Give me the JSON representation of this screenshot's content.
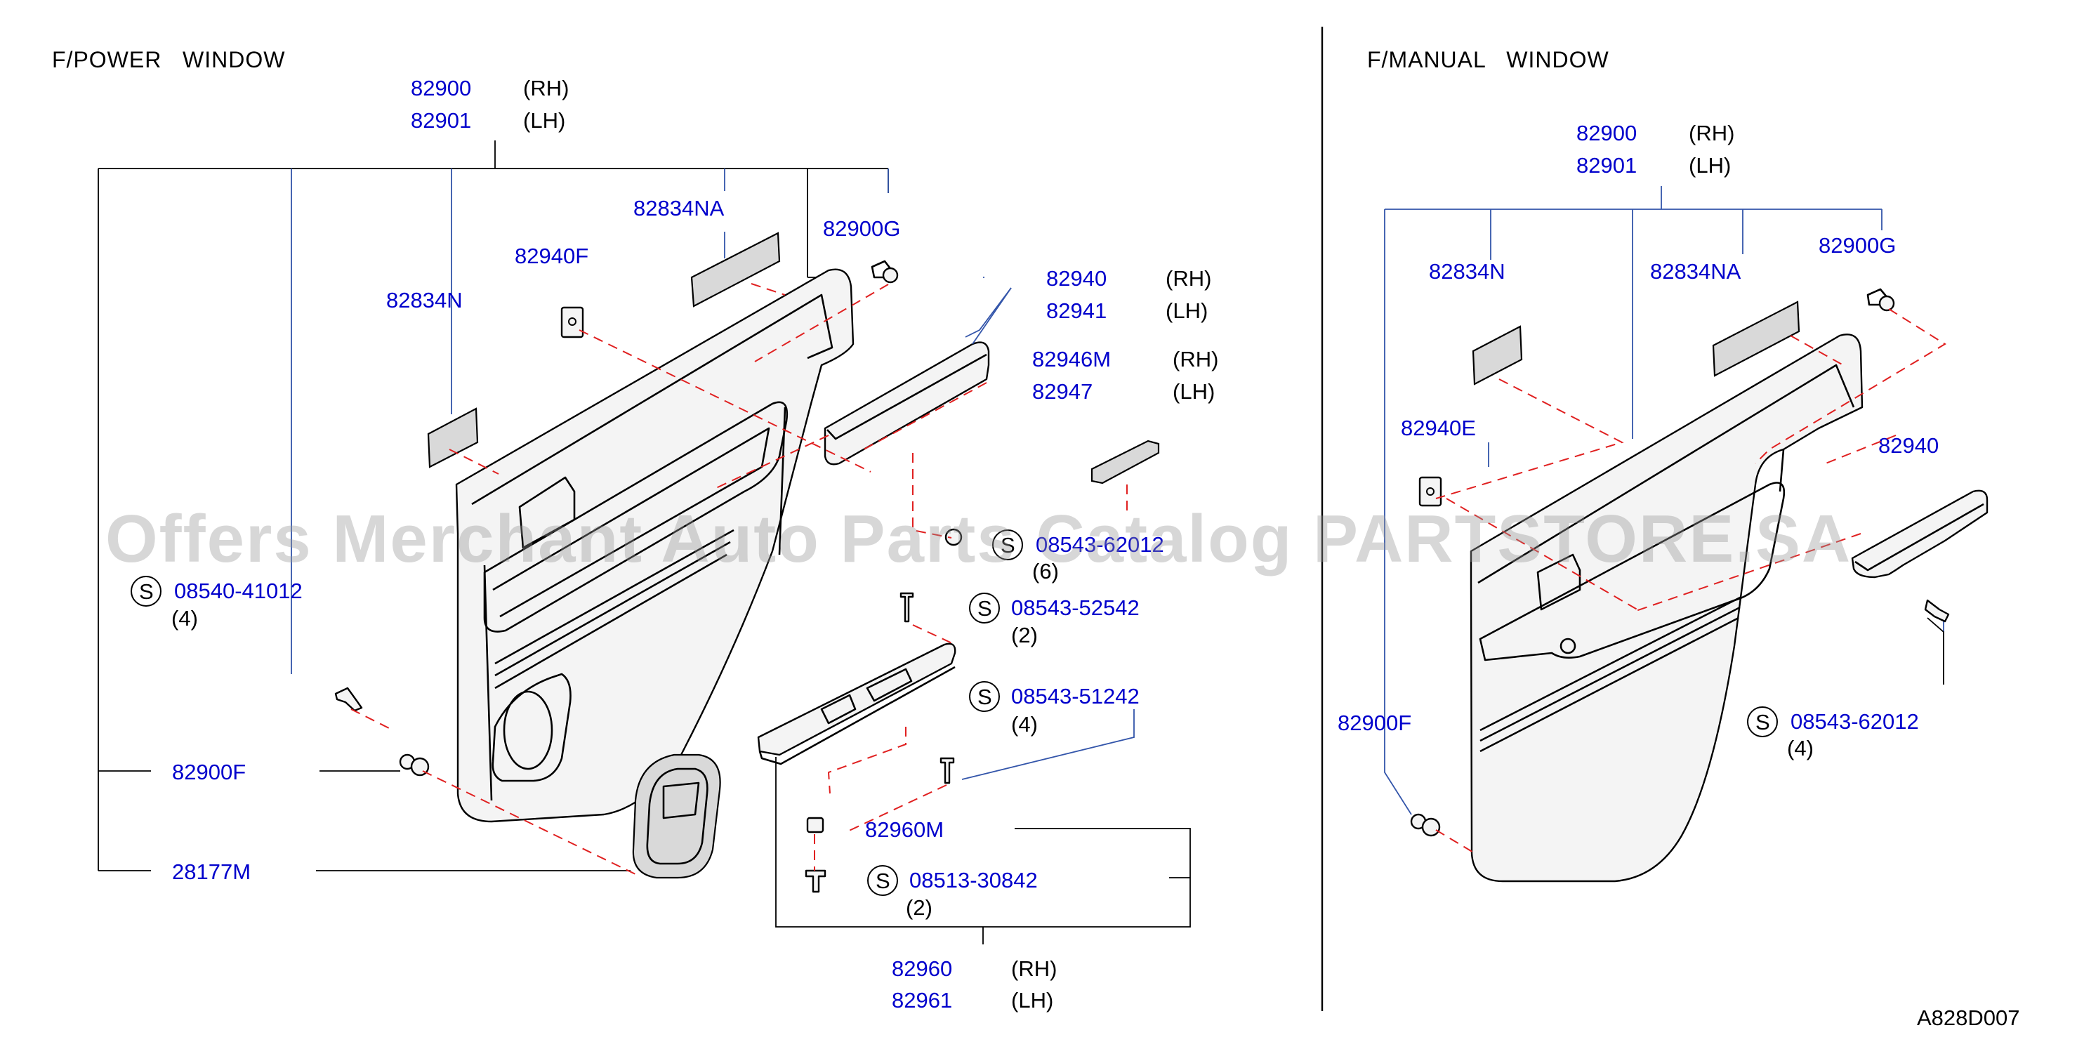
{
  "diagram_code": "A828D007",
  "watermark": "Offers Merchant Auto Parts Catalog PARTSTORE.SA",
  "colors": {
    "part_number": "#0000cc",
    "text": "#000000",
    "dashed_leader": "#e02020"
  },
  "power_window": {
    "heading": "F/POWER   WINDOW",
    "assembly": {
      "pn1": "82900",
      "side1": "(RH)",
      "pn2": "82901",
      "side2": "(LH)"
    },
    "p82834NA": "82834NA",
    "p82900G": "82900G",
    "p82940F": "82940F",
    "p82834N": "82834N",
    "armrest": {
      "pn1": "82940",
      "side1": "(RH)",
      "pn2": "82941",
      "side2": "(LH)"
    },
    "pad": {
      "pn1": "82946M",
      "side1": "(RH)",
      "pn2": "82947",
      "side2": "(LH)"
    },
    "screw_a": {
      "s": "S",
      "pn": "08543-62012",
      "qty": "(6)"
    },
    "screw_b": {
      "s": "S",
      "pn": "08543-52542",
      "qty": "(2)"
    },
    "screw_c": {
      "s": "S",
      "pn": "08543-51242",
      "qty": "(4)"
    },
    "screw_d": {
      "s": "S",
      "pn": "08540-41012",
      "qty": "(4)"
    },
    "p82900F": "82900F",
    "p28177M": "28177M",
    "p82960M": "82960M",
    "screw_e": {
      "s": "S",
      "pn": "08513-30842",
      "qty": "(2)"
    },
    "switch": {
      "pn1": "82960",
      "side1": "(RH)",
      "pn2": "82961",
      "side2": "(LH)"
    }
  },
  "manual_window": {
    "heading": "F/MANUAL   WINDOW",
    "assembly": {
      "pn1": "82900",
      "side1": "(RH)",
      "pn2": "82901",
      "side2": "(LH)"
    },
    "p82834N": "82834N",
    "p82834NA": "82834NA",
    "p82900G": "82900G",
    "p82940E": "82940E",
    "p82940": "82940",
    "p82900F": "82900F",
    "screw": {
      "s": "S",
      "pn": "08543-62012",
      "qty": "(4)"
    }
  }
}
